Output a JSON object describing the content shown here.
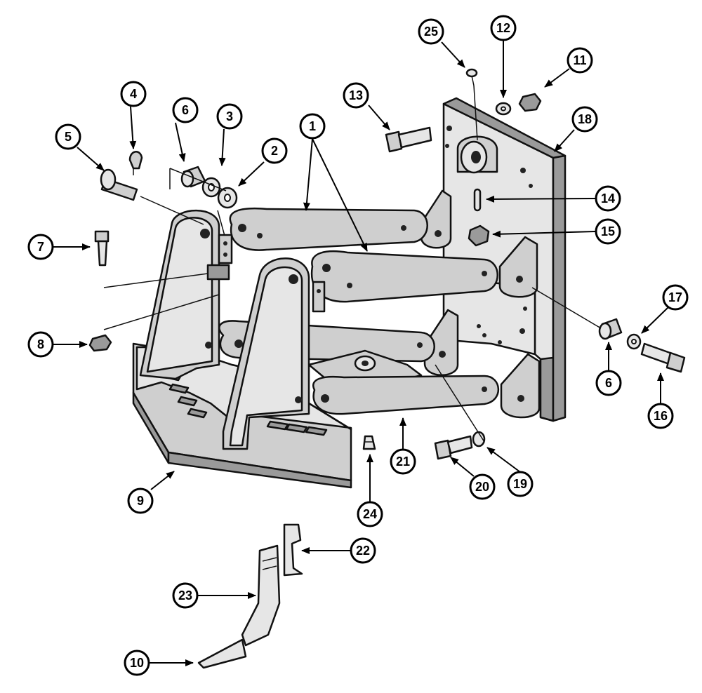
{
  "callouts": [
    "1",
    "2",
    "3",
    "4",
    "5",
    "6",
    "7",
    "8",
    "9",
    "10",
    "11",
    "12",
    "13",
    "14",
    "15",
    "6",
    "16",
    "17",
    "18",
    "19",
    "20",
    "21",
    "22",
    "23",
    "24",
    "25"
  ]
}
